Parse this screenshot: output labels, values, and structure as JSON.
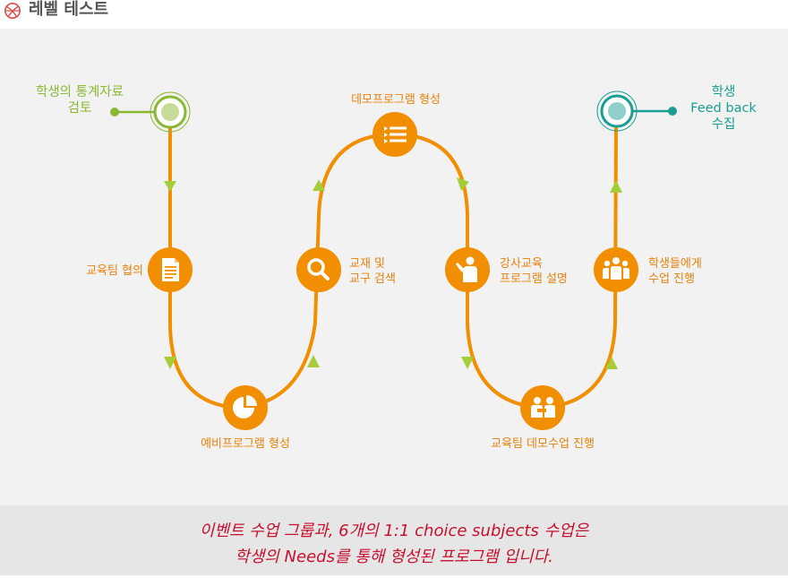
{
  "header": {
    "icon": "basketball-icon",
    "title": "레벨 테스트"
  },
  "diagram": {
    "start": {
      "lines": [
        "학생의 통계자료",
        "검토"
      ]
    },
    "end": {
      "lines": [
        "학생",
        "Feed back",
        "수집"
      ]
    },
    "steps": [
      {
        "icon": "document-icon",
        "lines": [
          "교육팀 협의"
        ]
      },
      {
        "icon": "pie-chart-icon",
        "lines": [
          "예비프로그램 형성"
        ]
      },
      {
        "icon": "magnifier-icon",
        "lines": [
          "교재 및",
          "교구 검색"
        ]
      },
      {
        "icon": "list-icon",
        "lines": [
          "데모프로그램 형성"
        ]
      },
      {
        "icon": "presenter-icon",
        "lines": [
          "강사교육",
          "프로그램 설명"
        ]
      },
      {
        "icon": "team-demo-icon",
        "lines": [
          "교육팀 데모수업 진행"
        ]
      },
      {
        "icon": "group-icon",
        "lines": [
          "학생들에게",
          "수업 진행"
        ]
      }
    ],
    "colors": {
      "orange": "#f18f00",
      "green": "#8ab832",
      "teal": "#1a9e94",
      "arrow": "#a5cd39"
    }
  },
  "footer": {
    "line1": "이벤트 수업 그룹과, 6개의 1:1 choice subjects 수업은",
    "line2": "학생의 Needs를 통해 형성된 프로그램 입니다."
  }
}
